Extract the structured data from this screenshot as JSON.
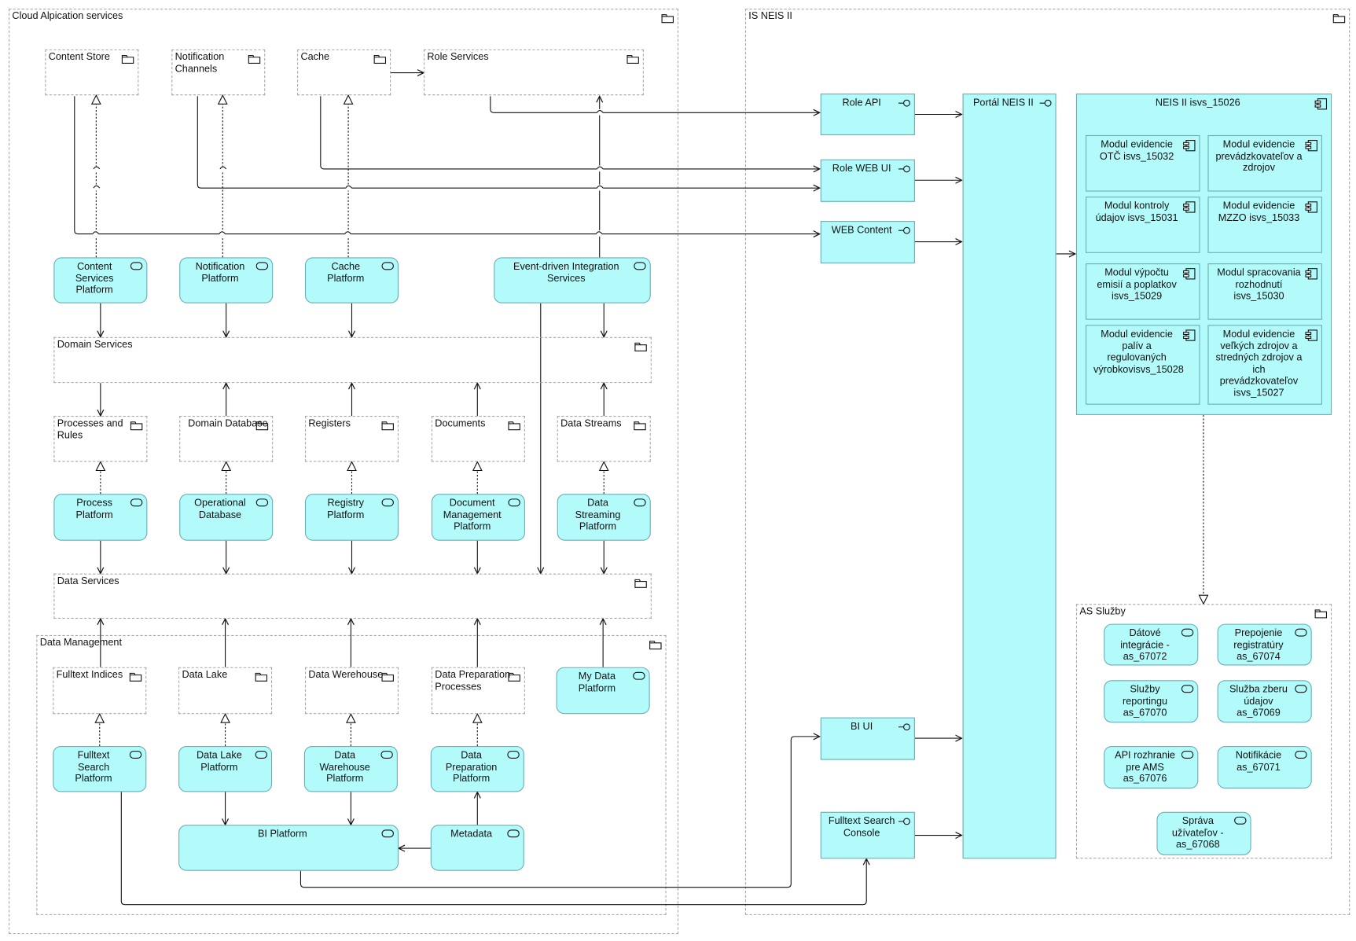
{
  "cloud": {
    "title": "Cloud Alpication services",
    "content_store": "Content Store",
    "notification_channels": "Notification\nChannels",
    "cache": "Cache",
    "role_services": "Role Services",
    "content_services_platform": "Content Services Platform",
    "notification_platform": "Notification Platform",
    "cache_platform": "Cache Platform",
    "event_driven_integration": "Event-driven Integration Services",
    "domain_services": "Domain Services",
    "processes_and_rules": "Processes and Rules",
    "domain_database": "Domain Database",
    "registers": "Registers",
    "documents": "Documents",
    "data_streams": "Data Streams",
    "process_platform": "Process Platform",
    "operational_database": "Operational Database",
    "registry_platform": "Registry Platform",
    "document_management_platform": "Document Management Platform",
    "data_streaming_platform": "Data Streaming Platform",
    "data_services": "Data Services"
  },
  "data_management": {
    "title": "Data Management",
    "fulltext_indices": "Fulltext Indices",
    "data_lake": "Data Lake",
    "data_warehouse": "Data Werehouse",
    "data_preparation_processes": "Data Preparation\nProcesses",
    "my_data_platform": "My Data Platform",
    "fulltext_search_platform": "Fulltext Search Platform",
    "data_lake_platform": "Data Lake Platform",
    "data_warehouse_platform": "Data Warehouse Platform",
    "data_preparation_platform": "Data Preparation Platform",
    "bi_platform": "BI Platform",
    "metadata": "Metadata"
  },
  "neis": {
    "title": "IS NEIS II",
    "role_api": "Role API",
    "role_web_ui": "Role WEB UI",
    "web_content": "WEB Content",
    "bi_ui": "BI UI",
    "fulltext_search_console": "Fulltext Search Console",
    "portal": "Portál NEIS II",
    "neis_component": "NEIS II  isvs_15026",
    "modules": [
      "Modul evidencie OTČ isvs_15032",
      "Modul evidencie prevádzkovateľov a zdrojov",
      "Modul kontroly údajov isvs_15031",
      "Modul evidencie MZZO isvs_15033",
      "Modul výpočtu emisií a poplatkov isvs_15029",
      "Modul spracovania rozhodnutí isvs_15030",
      "Modul evidencie palív a regulovaných výrobkovisvs_15028",
      "Modul evidencie veľkých zdrojov a stredných zdrojov a ich prevádzkovateľov isvs_15027"
    ],
    "as_sluzby": "AS Služby",
    "as_services": [
      "Dátové integrácie - as_67072",
      "Prepojenie registratúry as_67074",
      "Služby reportingu as_67070",
      "Služba zberu údajov as_67069",
      "API rozhranie pre AMS as_67076",
      "Notifikácie as_67071",
      "Správa užívateľov - as_67068"
    ]
  }
}
